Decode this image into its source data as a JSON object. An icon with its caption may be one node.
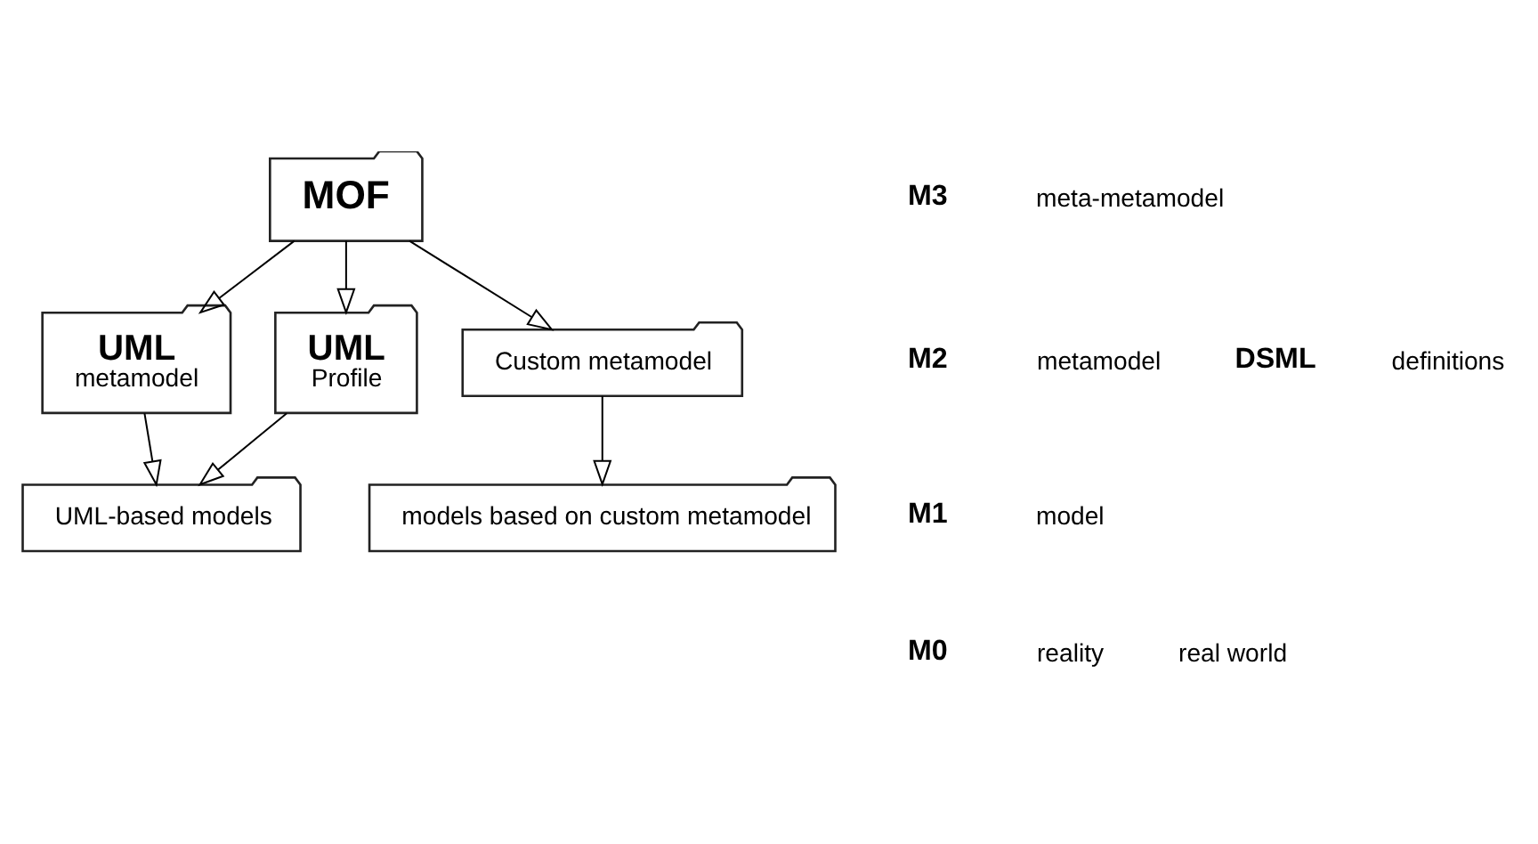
{
  "diagram": {
    "nodes": [
      {
        "text": [
          "MOF"
        ]
      },
      {
        "text": [
          "UML",
          "metamodel"
        ]
      },
      {
        "text": [
          "UML",
          "Profile"
        ]
      },
      {
        "text": [
          "Custom metamodel"
        ]
      },
      {
        "text": [
          "UML-based models"
        ]
      },
      {
        "text": [
          "models based on custom metamodel"
        ]
      }
    ],
    "edges": [
      {
        "from": 0,
        "to": 1,
        "arrow": "to"
      },
      {
        "from": 0,
        "to": 2,
        "arrow": "to"
      },
      {
        "from": 0,
        "to": 3,
        "arrow": "to"
      },
      {
        "from": 1,
        "to": 4,
        "arrow": "to"
      },
      {
        "from": 2,
        "to": 4,
        "arrow": "to"
      },
      {
        "from": 3,
        "to": 5,
        "arrow": "to"
      }
    ],
    "labels": [
      "M3",
      "meta-metamodel",
      "M2",
      "metamodel",
      "DSML",
      "definitions",
      "M1",
      "model",
      "M0",
      "reality",
      "real world"
    ]
  }
}
